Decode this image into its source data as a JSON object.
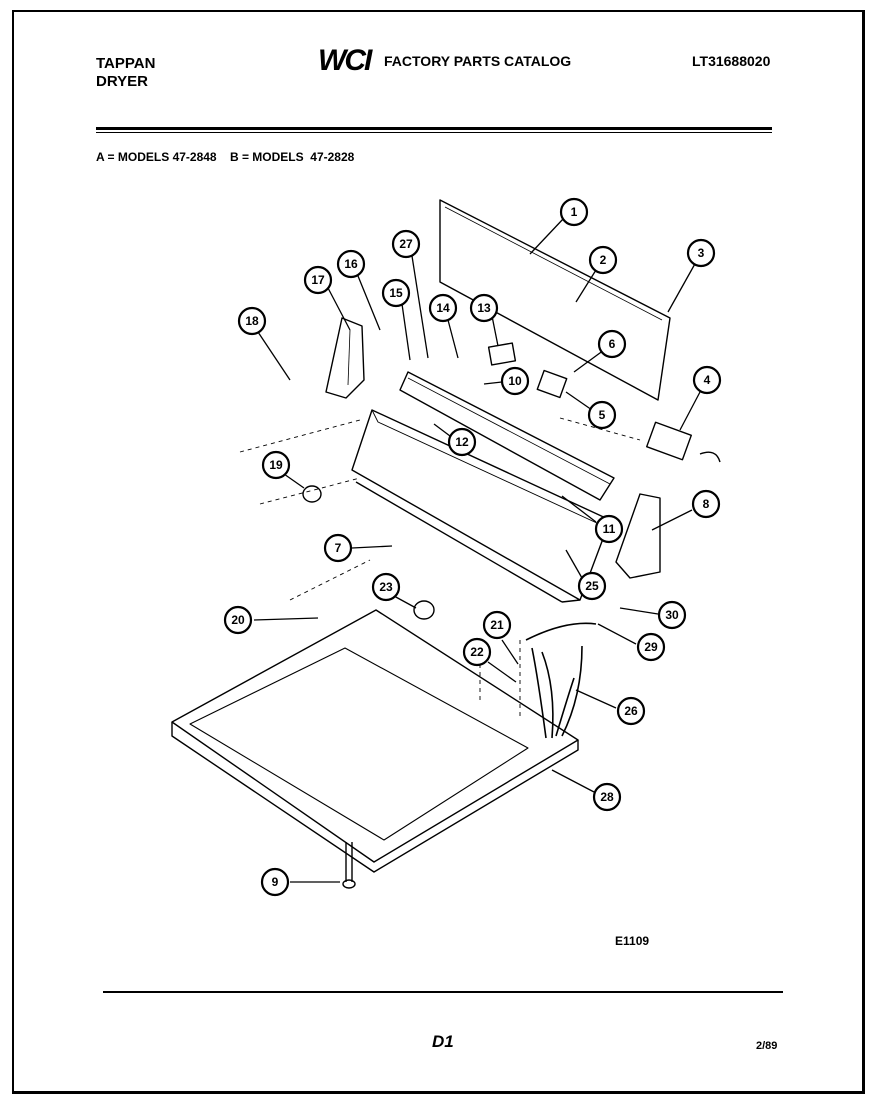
{
  "header": {
    "brand_line1": "TAPPAN",
    "brand_line2": "DRYER",
    "logo": "WCI",
    "catalog_title": "FACTORY PARTS CATALOG",
    "doc_number": "LT31688020"
  },
  "models_line": "A = MODELS 47-2848    B = MODELS  47-2828",
  "figure_id": "E1109",
  "footer": {
    "page_code": "D1",
    "date": "2/89"
  },
  "callouts": [
    "1",
    "2",
    "3",
    "4",
    "5",
    "6",
    "7",
    "8",
    "9",
    "10",
    "11",
    "12",
    "13",
    "14",
    "15",
    "16",
    "17",
    "18",
    "19",
    "20",
    "21",
    "22",
    "23",
    "25",
    "26",
    "27",
    "28",
    "29",
    "30"
  ]
}
